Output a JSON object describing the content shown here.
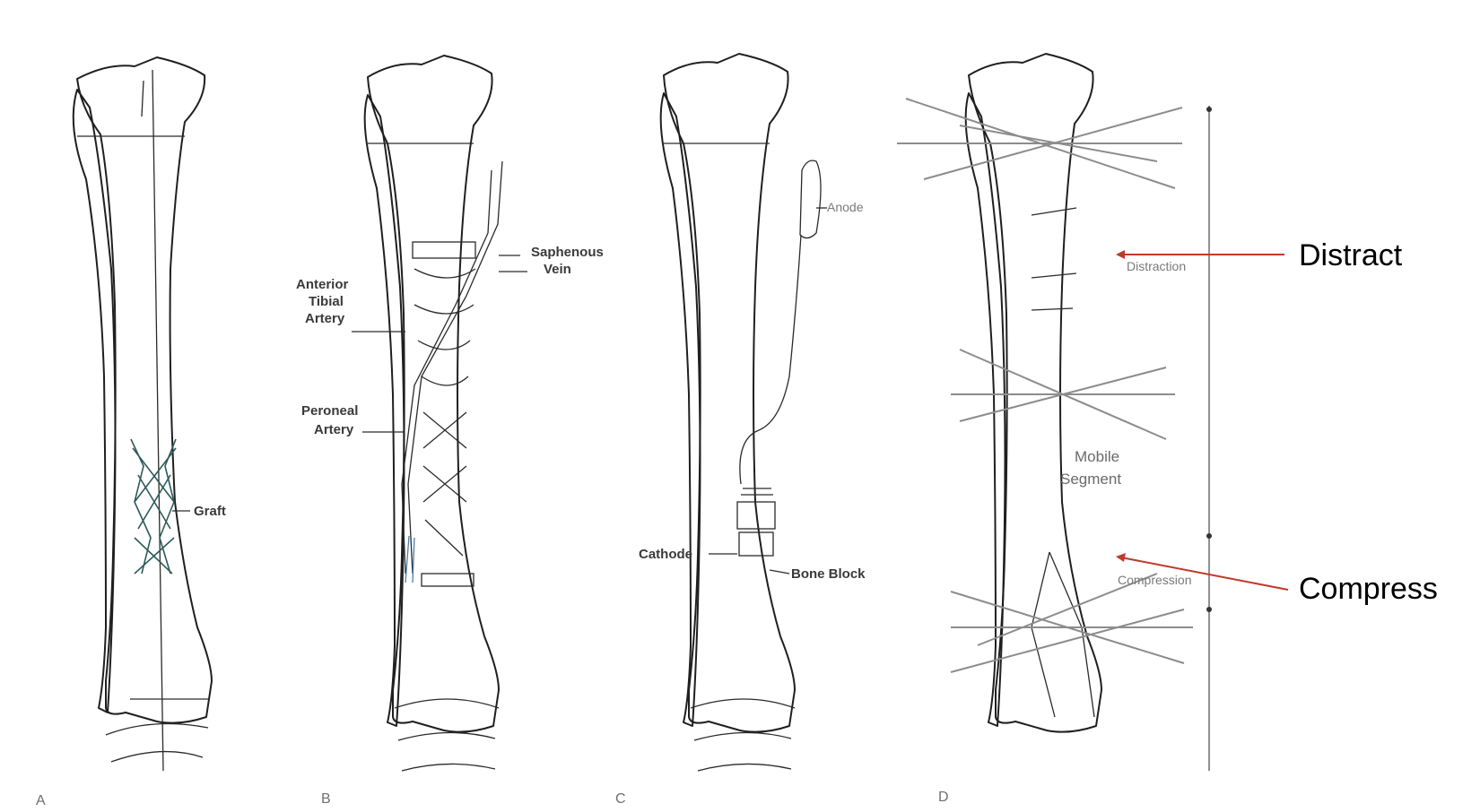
{
  "panels": [
    {
      "letter": "A",
      "labels": [
        "Graft"
      ]
    },
    {
      "letter": "B",
      "labels": [
        "Saphenous",
        "Vein",
        "Anterior",
        "Tibial",
        "Artery",
        "Peroneal",
        "Artery"
      ]
    },
    {
      "letter": "C",
      "labels": [
        "Anode",
        "Cathode",
        "Bone Block"
      ]
    },
    {
      "letter": "D",
      "labels": [
        "Distraction",
        "Mobile",
        "Segment",
        "Compression"
      ]
    }
  ],
  "annotations": {
    "distract": "Distract",
    "compress": "Compress"
  },
  "colors": {
    "annotation_arrow": "#c0392b",
    "bone_line": "#1f1f1f",
    "wire": "#8c8c8c"
  }
}
